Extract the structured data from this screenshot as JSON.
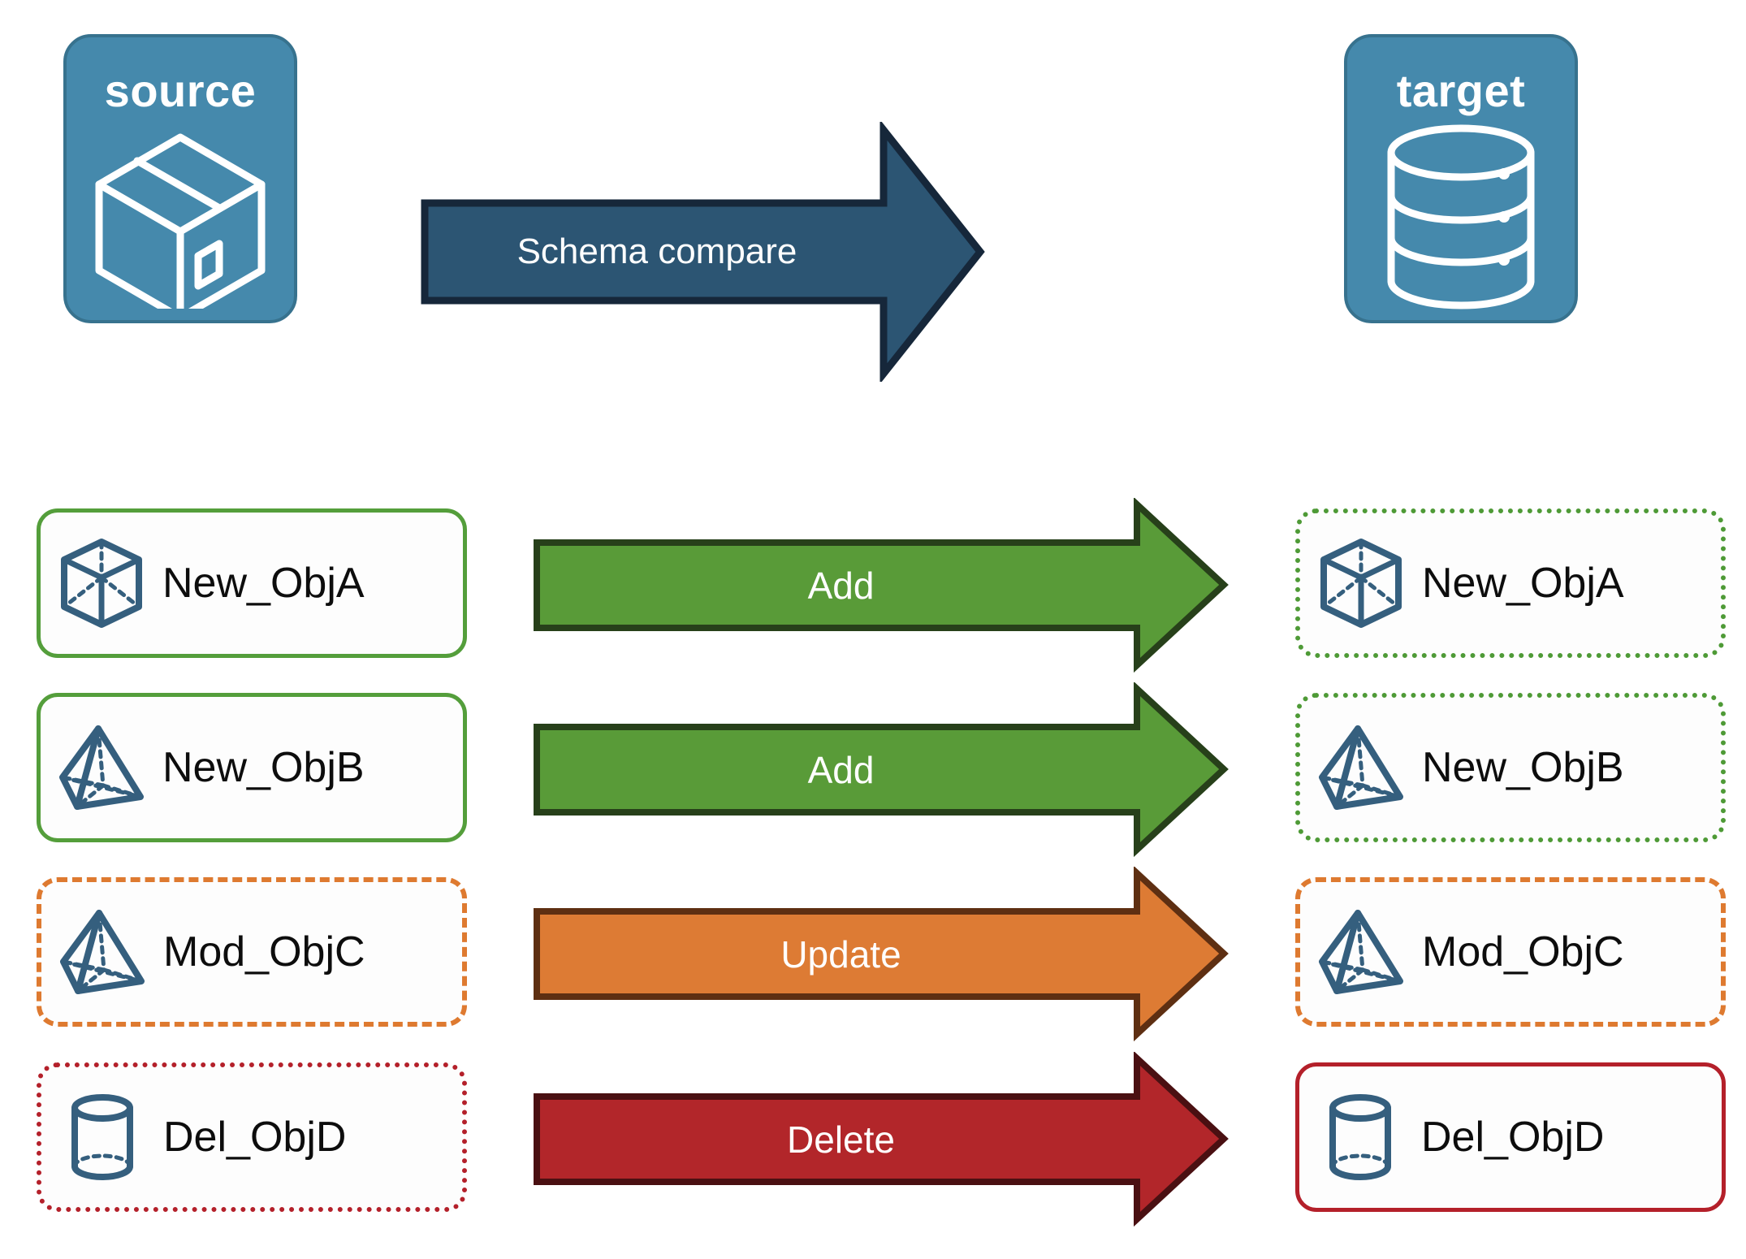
{
  "diagram": {
    "title_source": "source",
    "title_target": "target",
    "compare_label": "Schema compare"
  },
  "endpoints": [
    {
      "id": "source",
      "label": "source",
      "icon": "box-package-icon",
      "fill": "#4589AC",
      "stroke": "#37728E"
    },
    {
      "id": "target",
      "label": "target",
      "icon": "database-cylinder-icon",
      "fill": "#4589AC",
      "stroke": "#37728E"
    }
  ],
  "compare_arrow": {
    "label": "Schema compare",
    "fill": "#2C5573",
    "stroke": "#16273A",
    "text_color": "#FFFFFF"
  },
  "rows": [
    {
      "action": "Add",
      "arrow_fill": "#599B38",
      "arrow_stroke": "#27401A",
      "source": {
        "name": "New_ObjA",
        "icon": "wireframe-cube-icon",
        "border_style": "solid",
        "border_color": "#549E3B"
      },
      "target": {
        "name": "New_ObjA",
        "icon": "wireframe-cube-icon",
        "border_style": "dotted",
        "border_color": "#4E9A36"
      }
    },
    {
      "action": "Add",
      "arrow_fill": "#599B38",
      "arrow_stroke": "#27401A",
      "source": {
        "name": "New_ObjB",
        "icon": "wireframe-pyramid-icon",
        "border_style": "solid",
        "border_color": "#549E3B"
      },
      "target": {
        "name": "New_ObjB",
        "icon": "wireframe-pyramid-icon",
        "border_style": "dotted",
        "border_color": "#4E9A36"
      }
    },
    {
      "action": "Update",
      "arrow_fill": "#DD7B34",
      "arrow_stroke": "#5E2F12",
      "source": {
        "name": "Mod_ObjC",
        "icon": "wireframe-pyramid-icon",
        "border_style": "dashed",
        "border_color": "#DE7A30"
      },
      "target": {
        "name": "Mod_ObjC",
        "icon": "wireframe-pyramid-icon",
        "border_style": "dashed",
        "border_color": "#DE7A30"
      }
    },
    {
      "action": "Delete",
      "arrow_fill": "#B2262A",
      "arrow_stroke": "#4A1012",
      "source": {
        "name": "Del_ObjD",
        "icon": "wireframe-cylinder-icon",
        "border_style": "dotted",
        "border_color": "#B4202A"
      },
      "target": {
        "name": "Del_ObjD",
        "icon": "wireframe-cylinder-icon",
        "border_style": "solid",
        "border_color": "#B4202A"
      }
    }
  ],
  "palette": {
    "endpoint_blue": "#4589AC",
    "compare_navy": "#2C5573",
    "add_green": "#599B38",
    "update_orange": "#DD7B34",
    "delete_red": "#B2262A",
    "object_icon_blue": "#355F7E"
  }
}
